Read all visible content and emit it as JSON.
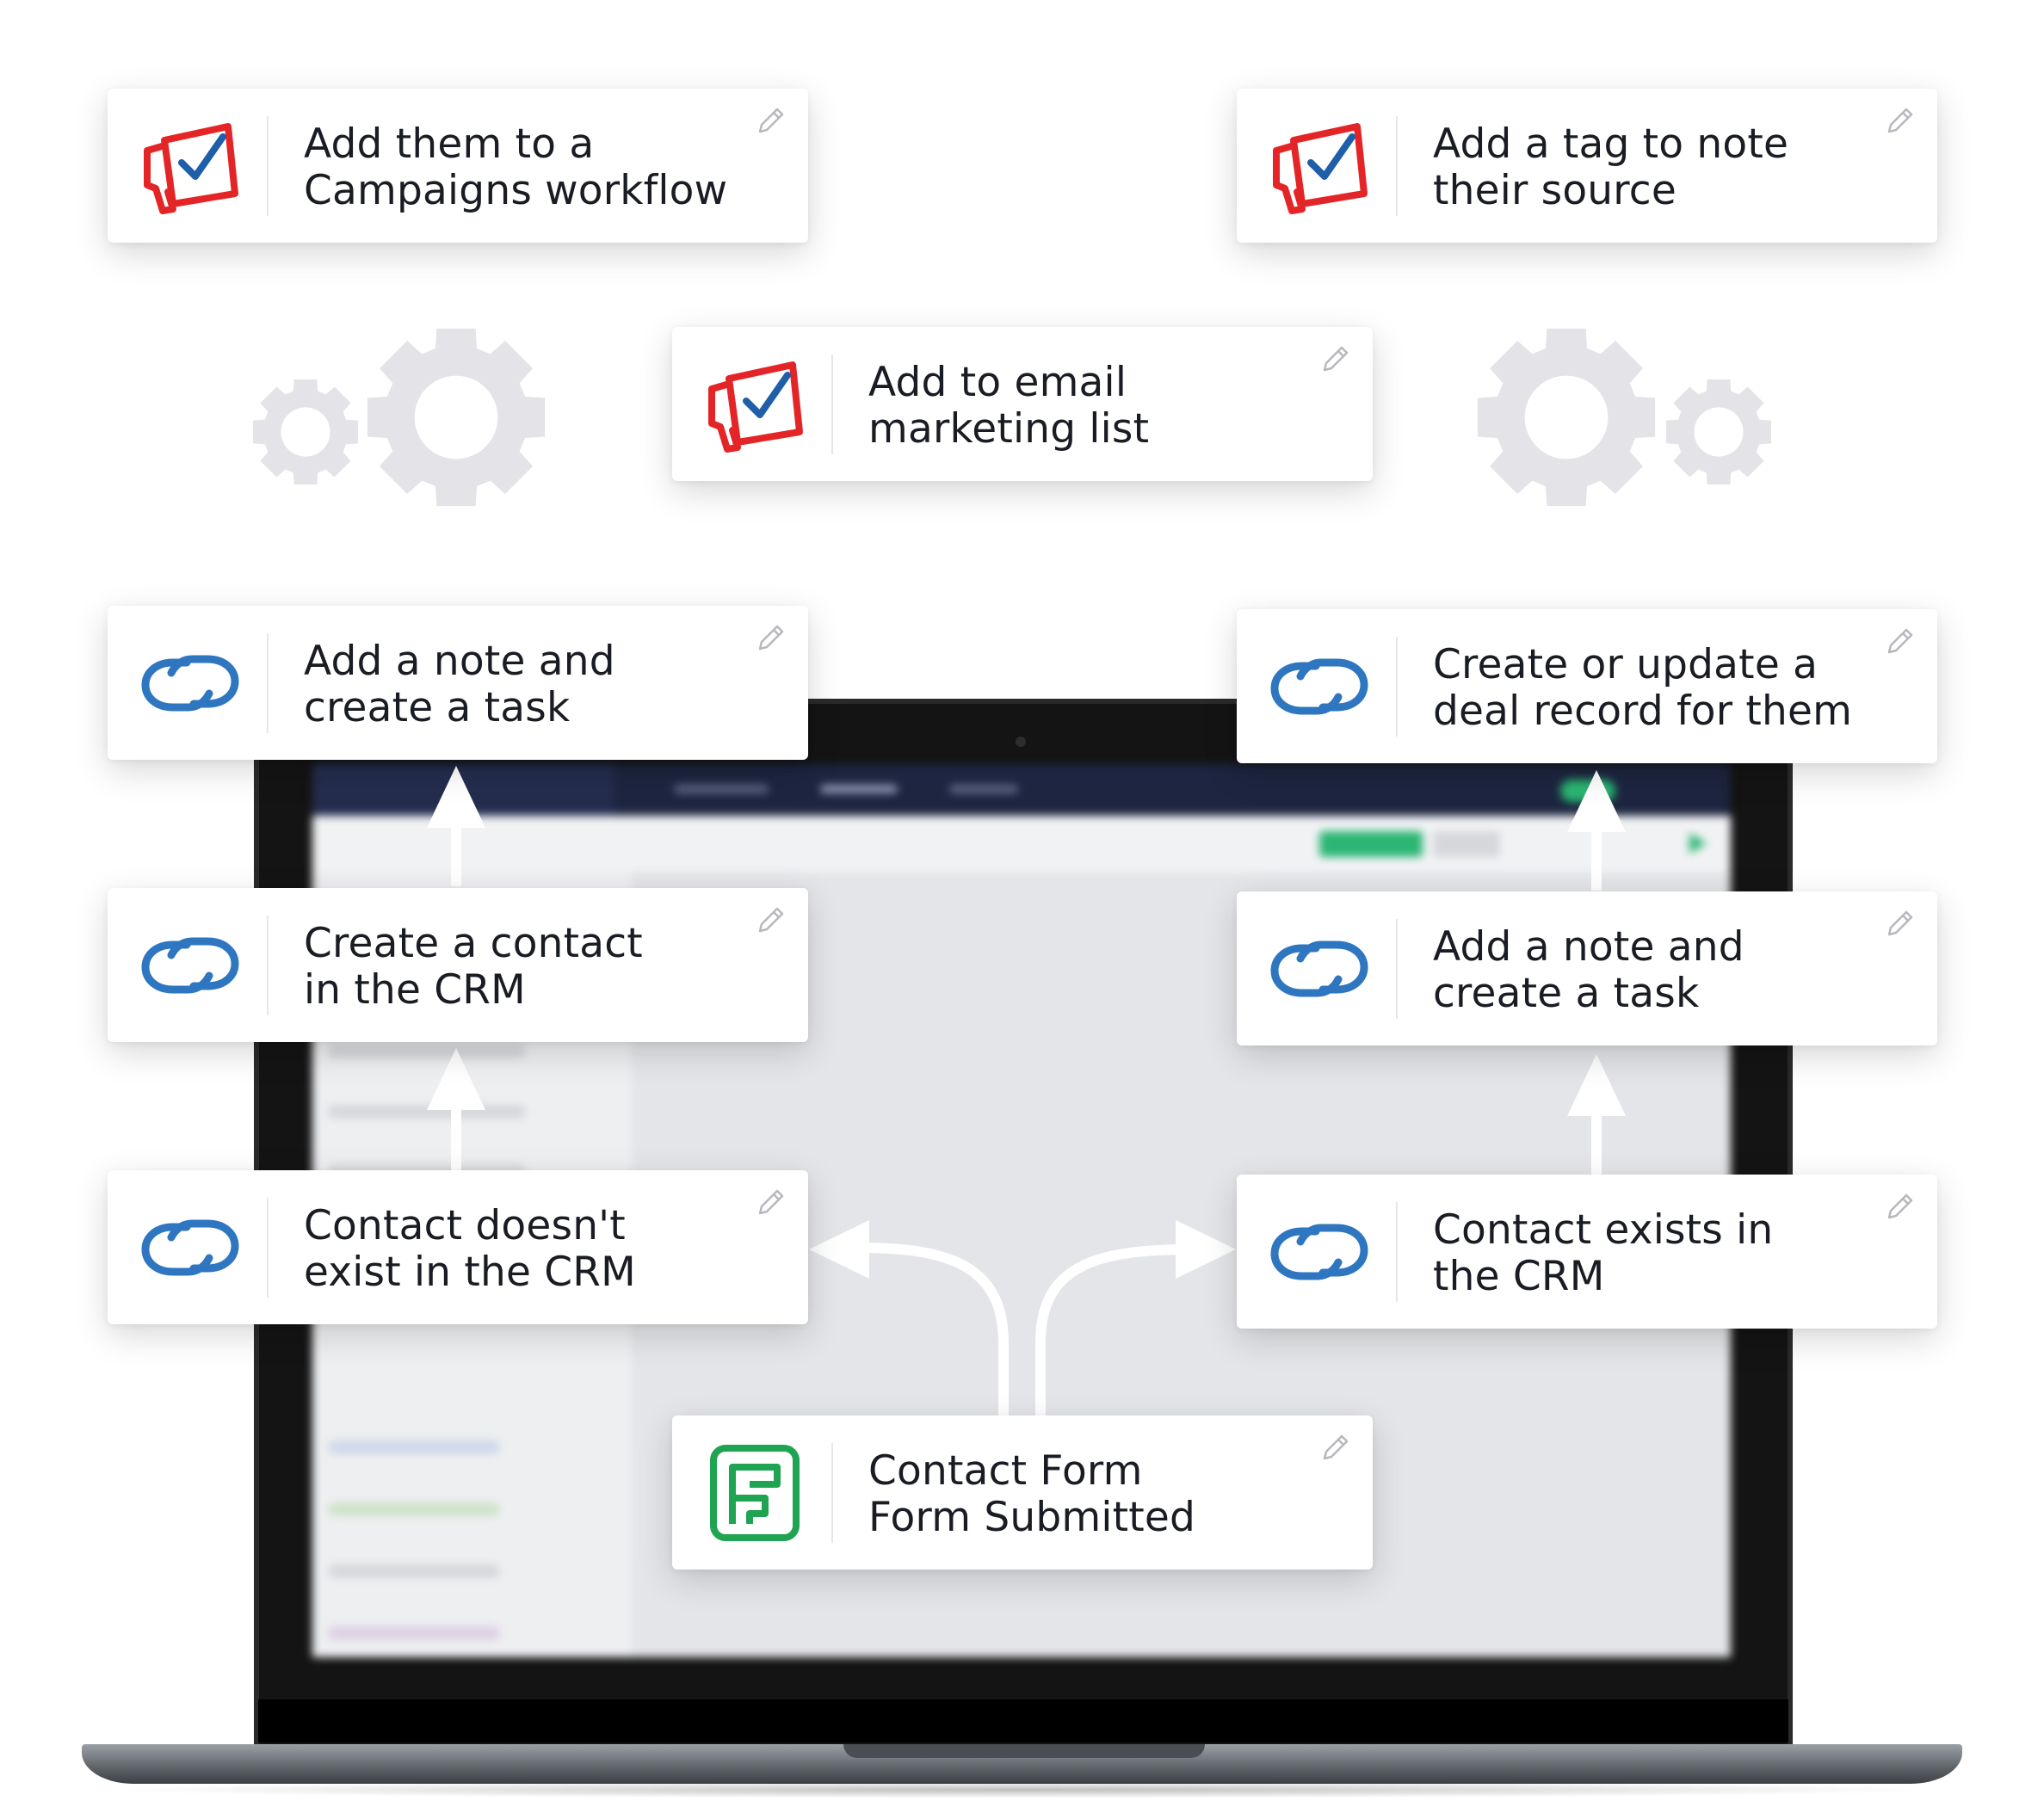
{
  "colors": {
    "card_text": "#1a1c24",
    "campaigns_red": "#e42527",
    "campaigns_blue": "#1f5ea8",
    "crm_blue": "#2f76c1",
    "forms_green": "#1fa451",
    "gear_grey": "#e3e3e8",
    "connector": "#ffffff"
  },
  "cards": {
    "campaigns_workflow": {
      "line1": "Add them to a",
      "line2": "Campaigns workflow",
      "icon": "campaigns-megaphone-icon"
    },
    "tag_source": {
      "line1": "Add a tag to note",
      "line2": "their source",
      "icon": "campaigns-megaphone-icon"
    },
    "email_list": {
      "line1": "Add to email",
      "line2": "marketing list",
      "icon": "campaigns-megaphone-icon"
    },
    "note_task_left": {
      "line1": "Add a note and",
      "line2": "create a task",
      "icon": "crm-link-icon"
    },
    "deal_record": {
      "line1": "Create or update a",
      "line2": "deal record for them",
      "icon": "crm-link-icon"
    },
    "create_contact": {
      "line1": "Create a contact",
      "line2": "in the CRM",
      "icon": "crm-link-icon"
    },
    "note_task_right": {
      "line1": "Add a note and",
      "line2": "create a task",
      "icon": "crm-link-icon"
    },
    "contact_not_exist": {
      "line1": "Contact doesn't",
      "line2": "exist in the CRM",
      "icon": "crm-link-icon"
    },
    "contact_exists": {
      "line1": "Contact exists in",
      "line2": "the CRM",
      "icon": "crm-link-icon"
    },
    "form_submitted": {
      "line1": "Contact Form",
      "line2": "Form Submitted",
      "icon": "forms-icon"
    }
  }
}
